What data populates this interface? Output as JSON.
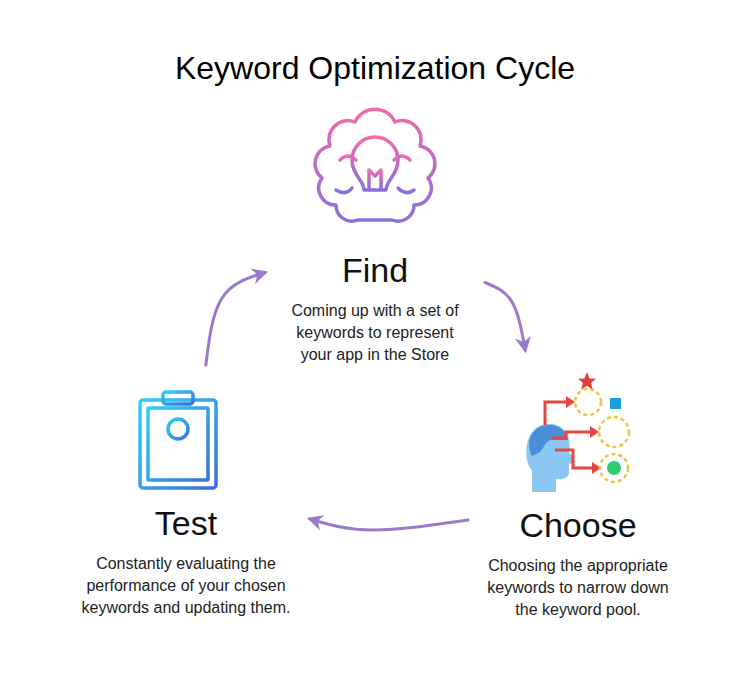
{
  "diagram": {
    "title": "Keyword Optimization Cycle",
    "nodes": [
      {
        "text": [
          "Find",
          "Coming up with a set of keywords to represent your app in the Store"
        ]
      },
      {
        "text": [
          "Choose",
          "Choosing the appropriate keywords to narrow down the keyword pool."
        ]
      },
      {
        "text": [
          "Test",
          "Constantly evaluating the performance of your chosen keywords and updating them."
        ]
      }
    ],
    "edges": [
      {
        "from": 0,
        "to": 1,
        "arrow": "to"
      },
      {
        "from": 1,
        "to": 2,
        "arrow": "to"
      },
      {
        "from": 2,
        "to": 0,
        "arrow": "to"
      }
    ]
  }
}
